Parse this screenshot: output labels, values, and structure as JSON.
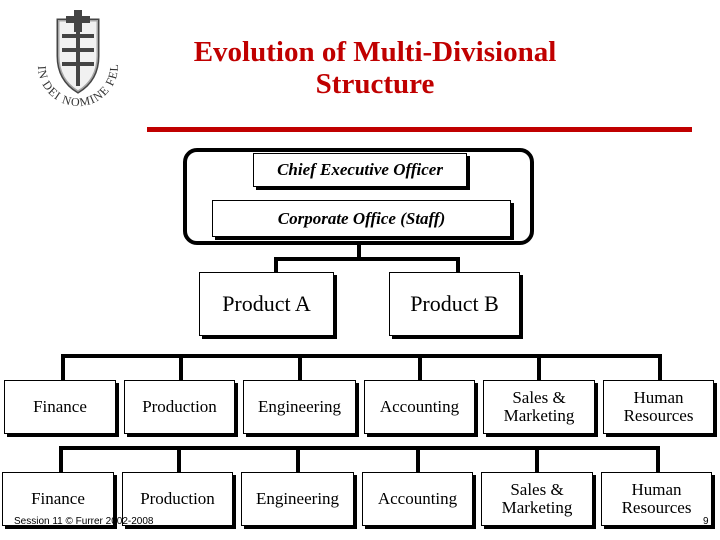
{
  "slide": {
    "title_line1": "Evolution of Multi-Divisional",
    "title_line2": "Structure",
    "logo_motto": "IN DEI NOMINE FELICITER"
  },
  "corporate": {
    "ceo_label": "Chief Executive Officer",
    "office_label": "Corporate Office (Staff)"
  },
  "products": [
    {
      "label": "Product A"
    },
    {
      "label": "Product B"
    }
  ],
  "functions_row1": [
    {
      "line1": "Finance",
      "line2": ""
    },
    {
      "line1": "Production",
      "line2": ""
    },
    {
      "line1": "Engineering",
      "line2": ""
    },
    {
      "line1": "Accounting",
      "line2": ""
    },
    {
      "line1": "Sales &",
      "line2": "Marketing"
    },
    {
      "line1": "Human",
      "line2": "Resources"
    }
  ],
  "functions_row2": [
    {
      "line1": "Finance",
      "line2": ""
    },
    {
      "line1": "Production",
      "line2": ""
    },
    {
      "line1": "Engineering",
      "line2": ""
    },
    {
      "line1": "Accounting",
      "line2": ""
    },
    {
      "line1": "Sales &",
      "line2": "Marketing"
    },
    {
      "line1": "Human",
      "line2": "Resources"
    }
  ],
  "footer": {
    "text": "Session 11 © Furrer 2002-2008",
    "page": "9"
  }
}
